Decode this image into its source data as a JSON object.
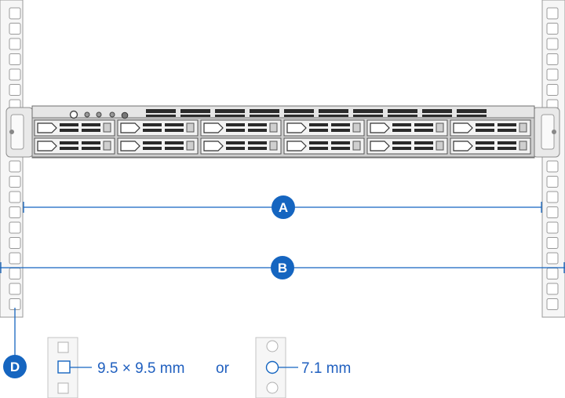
{
  "labels": {
    "a": "A",
    "b": "B",
    "d": "D"
  },
  "hole_options": {
    "square_size": "9.5 × 9.5 mm",
    "separator": "or",
    "round_size": "7.1 mm"
  },
  "colors": {
    "accent": "#1565c0",
    "rail": "#f6f6f6",
    "rail_stroke": "#9a9a9a",
    "chassis": "#e4e4e4"
  }
}
